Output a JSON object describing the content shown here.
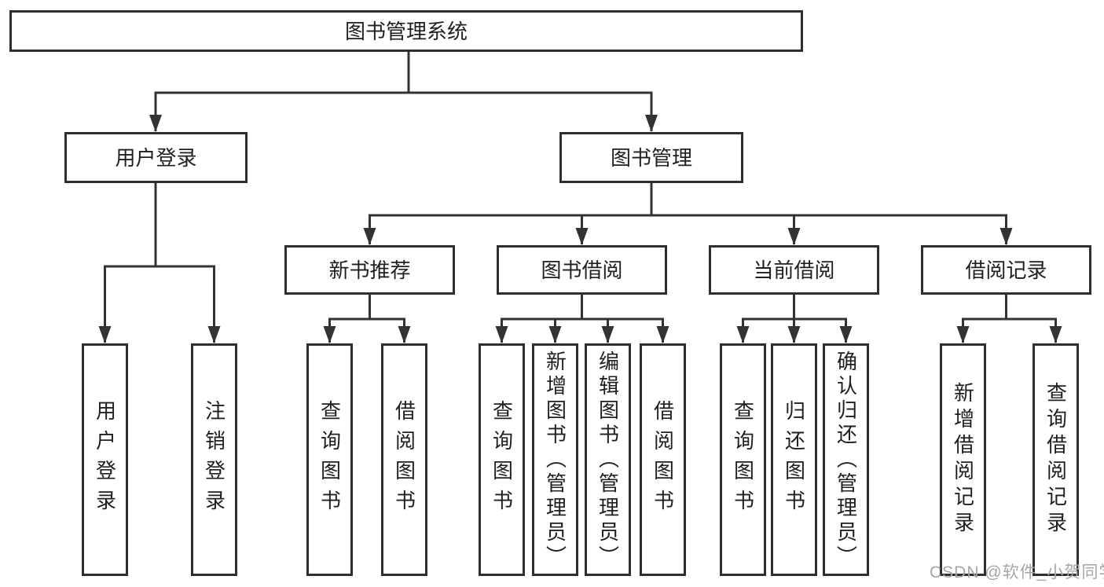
{
  "title": "图书管理系统",
  "nodes": {
    "root": "图书管理系统",
    "user_login": "用户登录",
    "book_mgmt": "图书管理",
    "new_book_rec": "新书推荐",
    "book_borrow": "图书借阅",
    "current_borrow": "当前借阅",
    "borrow_records": "借阅记录",
    "leaf_user_login": "用户登录",
    "leaf_logout": "注销登录",
    "leaf_nb_query": "查询图书",
    "leaf_nb_borrow": "借阅图书",
    "leaf_bb_query": "查询图书",
    "leaf_bb_add": "新增图书（管理员）",
    "leaf_bb_edit": "编辑图书（管理员）",
    "leaf_bb_borrow": "借阅图书",
    "leaf_cb_query": "查询图书",
    "leaf_cb_return": "归还图书",
    "leaf_cb_confirm": "确认归还（管理员）",
    "leaf_br_add": "新增借阅记录",
    "leaf_br_query": "查询借阅记录"
  },
  "hierarchy": {
    "图书管理系统": {
      "用户登录": [
        "用户登录",
        "注销登录"
      ],
      "图书管理": {
        "新书推荐": [
          "查询图书",
          "借阅图书"
        ],
        "图书借阅": [
          "查询图书",
          "新增图书（管理员）",
          "编辑图书（管理员）",
          "借阅图书"
        ],
        "当前借阅": [
          "查询图书",
          "归还图书",
          "确认归还（管理员）"
        ],
        "借阅记录": [
          "新增借阅记录",
          "查询借阅记录"
        ]
      }
    }
  },
  "watermark": "CSDN @软件_小贺同学",
  "colors": {
    "line": "#333333",
    "box_border": "#2f2f2f",
    "text": "#1f1f1f",
    "watermark": "#a6a6a6",
    "background": "#ffffff"
  }
}
